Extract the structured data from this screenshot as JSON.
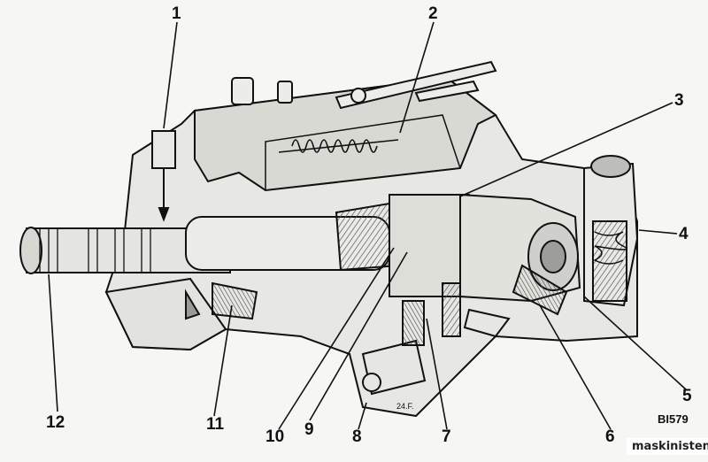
{
  "diagram": {
    "callouts": [
      "1",
      "2",
      "3",
      "4",
      "5",
      "6",
      "7",
      "8",
      "9",
      "10",
      "11",
      "12"
    ],
    "figure_code": "BI579",
    "stamp": "24.F."
  },
  "watermark": "maskinisten.net",
  "colors": {
    "ink": "#111111",
    "paper": "#f6f6f4",
    "shade": "#8c8c8c",
    "mid": "#cfcfcb",
    "dark": "#2a2a2a"
  }
}
